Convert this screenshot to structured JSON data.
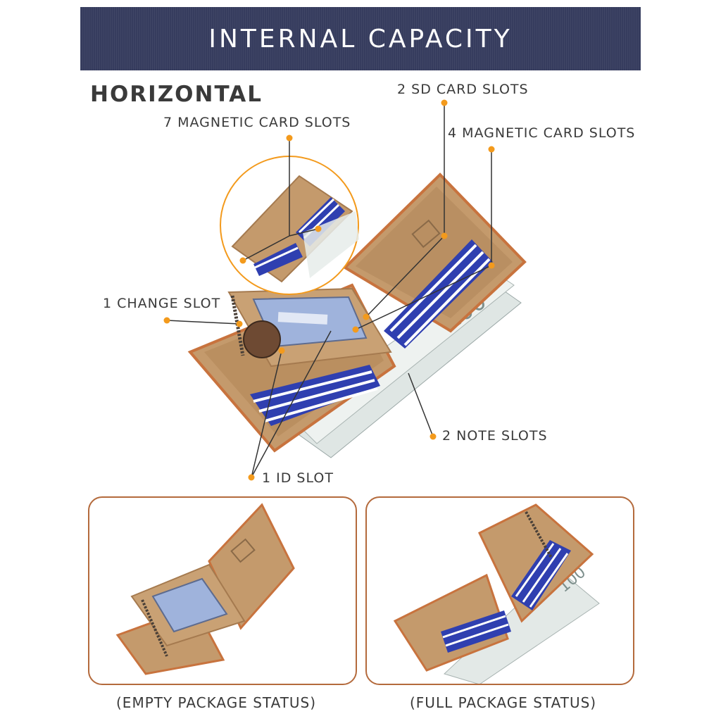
{
  "banner": {
    "title": "INTERNAL CAPACITY"
  },
  "heading": "HORIZONTAL",
  "labels": {
    "sd_slots": "2 SD CARD SLOTS",
    "magnetic7": "7 MAGNETIC CARD SLOTS",
    "magnetic4": "4 MAGNETIC CARD SLOTS",
    "change_slot": "1 CHANGE SLOT",
    "note_slots": "2 NOTE SLOTS",
    "id_slot": "1 ID SLOT"
  },
  "captions": {
    "empty": "(EMPTY PACKAGE STATUS)",
    "full": "(FULL PACKAGE STATUS)"
  },
  "colors": {
    "banner": "#363c5e",
    "accent_dot": "#f39a1c",
    "wallet_leather": "#c49a6c",
    "wallet_edge": "#c8733e",
    "card_blue": "#2f3fb0",
    "panel_border": "#b46a3c"
  }
}
